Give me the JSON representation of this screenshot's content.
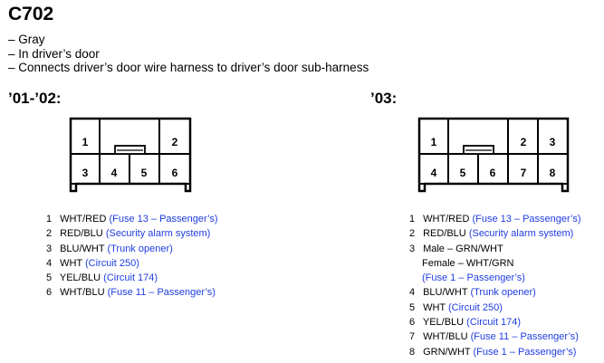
{
  "title": "C702",
  "description": [
    "– Gray",
    "– In driver’s door",
    "– Connects driver’s door wire harness to driver’s door sub-harness"
  ],
  "left": {
    "heading": "’01-’02:",
    "pin_labels": [
      "1",
      "2",
      "3",
      "4",
      "5",
      "6"
    ],
    "pins": [
      {
        "num": "1",
        "wire": "WHT/RED",
        "note": "(Fuse 13 – Passenger’s)"
      },
      {
        "num": "2",
        "wire": "RED/BLU",
        "note": "(Security alarm system)"
      },
      {
        "num": "3",
        "wire": "BLU/WHT",
        "note": "(Trunk opener)"
      },
      {
        "num": "4",
        "wire": "WHT",
        "note": "(Circuit 250)"
      },
      {
        "num": "5",
        "wire": "YEL/BLU",
        "note": "(Circuit 174)"
      },
      {
        "num": "6",
        "wire": "WHT/BLU",
        "note": "(Fuse 11 – Passenger’s)"
      }
    ]
  },
  "right": {
    "heading": "’03:",
    "pin_labels": [
      "1",
      "2",
      "3",
      "4",
      "5",
      "6",
      "7",
      "8"
    ],
    "pins": [
      {
        "num": "1",
        "wire": "WHT/RED",
        "note": "(Fuse 13 – Passenger’s)"
      },
      {
        "num": "2",
        "wire": "RED/BLU",
        "note": "(Security alarm system)"
      },
      {
        "num": "3",
        "wire": "Male – GRN/WHT",
        "note": ""
      },
      {
        "num": "",
        "wire": "Female – WHT/GRN",
        "note": ""
      },
      {
        "num": "",
        "wire": "",
        "note": "(Fuse 1 – Passenger’s)"
      },
      {
        "num": "4",
        "wire": "BLU/WHT",
        "note": "(Trunk opener)"
      },
      {
        "num": "5",
        "wire": "WHT",
        "note": "(Circuit 250)"
      },
      {
        "num": "6",
        "wire": "YEL/BLU",
        "note": "(Circuit 174)"
      },
      {
        "num": "7",
        "wire": "WHT/BLU",
        "note": "(Fuse 11 – Passenger’s)"
      },
      {
        "num": "8",
        "wire": "GRN/WHT",
        "note": "(Fuse 1 – Passenger’s)"
      }
    ]
  },
  "colors": {
    "note": "#1f3de0",
    "line": "#000000"
  }
}
